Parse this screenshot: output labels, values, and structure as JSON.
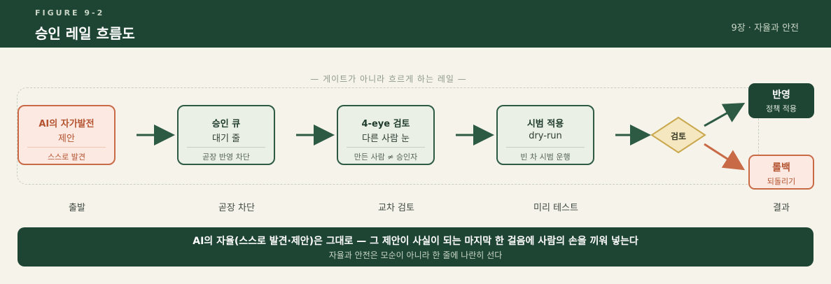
{
  "header": {
    "figure_label": "FIGURE 9-2",
    "title": "승인 레일 흐름도",
    "chapter": "9장 · 자율과 안전"
  },
  "diagram": {
    "gateway_label": "— 게이트가 아니라 흐르게 하는 레일 —",
    "nodes": [
      {
        "title": "AI의 자가발전",
        "subtitle": "제안",
        "note": "스스로 발견"
      },
      {
        "title": "승인 큐",
        "subtitle": "대기 줄",
        "note": "곧장 반영 차단"
      },
      {
        "title": "4-eye 검토",
        "subtitle": "다른 사람 눈",
        "note": "만든 사람 ≠ 승인자"
      },
      {
        "title": "시범 적용",
        "subtitle": "dry-run",
        "note": "빈 차 시범 운행"
      }
    ],
    "decision": "검토",
    "outcomes": {
      "reflect": {
        "title": "반영",
        "subtitle": "정책 적용"
      },
      "rollback": {
        "title": "롤백",
        "subtitle": "되돌리기"
      }
    },
    "column_labels": [
      "출발",
      "곧장 차단",
      "교차 검토",
      "미리 테스트",
      "결과"
    ],
    "colors": {
      "primary": "#1e4434",
      "accent": "#c96a47",
      "node_fill": "#eaf0e5",
      "origin_fill": "#fbe9e2",
      "decision_fill": "#f5e7bf",
      "decision_stroke": "#c9a84e",
      "background": "#f6f3ea"
    }
  },
  "summary": {
    "headline": "AI의 자율(스스로 발견·제안)은 그대로 — 그 제안이 사실이 되는 마지막 한 걸음에 사람의 손을 끼워 넣는다",
    "subline": "자율과 안전은 모순이 아니라 한 줄에 나란히 선다"
  }
}
